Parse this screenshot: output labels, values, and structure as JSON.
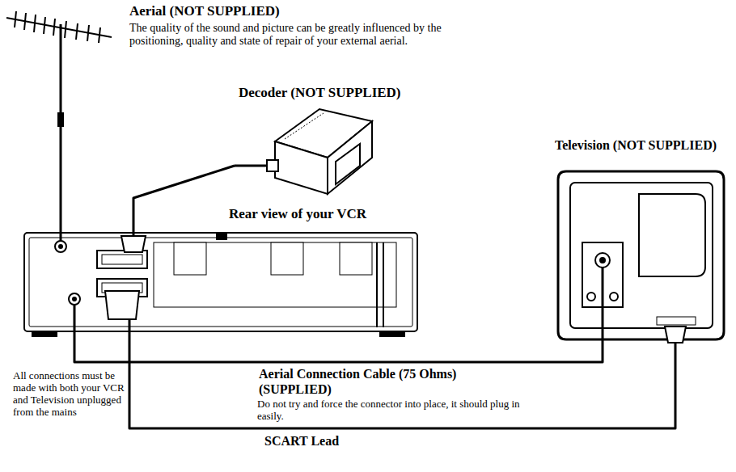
{
  "diagram": {
    "nodes": [
      {
        "text": [
          "Aerial (NOT SUPPLIED)",
          "The quality of the sound and picture can be greatly influenced by the positioning, quality and state of repair of your external aerial."
        ]
      },
      {
        "text": [
          "Decoder (NOT SUPPLIED)"
        ]
      },
      {
        "text": [
          "Rear view of your VCR"
        ]
      },
      {
        "text": [
          "Television (NOT SUPPLIED)"
        ]
      }
    ],
    "edges": [
      {
        "from": 0,
        "to": 2,
        "arrow": "none"
      },
      {
        "from": 1,
        "to": 2,
        "arrow": "none"
      },
      {
        "from": 2,
        "to": 3,
        "label": "Aerial Connection Cable (75 Ohms) (SUPPLIED)",
        "arrow": "none"
      },
      {
        "from": 2,
        "to": 3,
        "label": "SCART Lead",
        "arrow": "none"
      }
    ],
    "labels": [
      "All connections must be made with both your VCR and Television unplugged from the mains",
      "Do not try and force the connector into place, it should plug in easily."
    ]
  }
}
